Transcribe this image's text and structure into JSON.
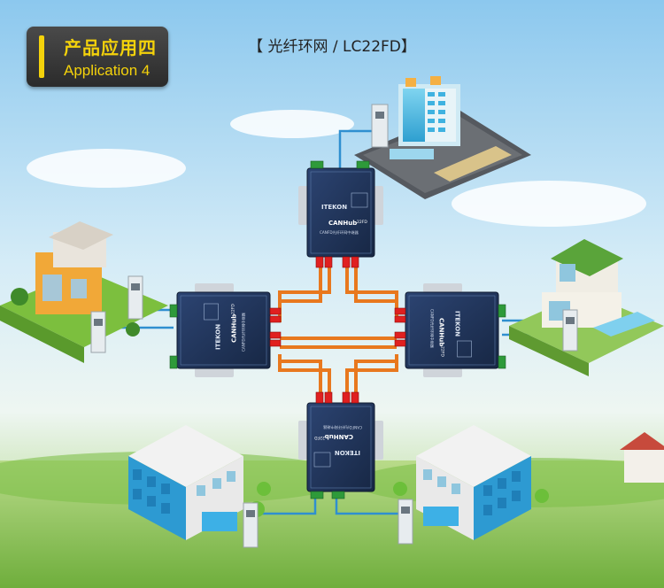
{
  "badge": {
    "title_cn": "产品应用四",
    "title_en": "Application 4"
  },
  "heading": "【 光纤环网 / LC22FD】",
  "device": {
    "brand": "ITEKON",
    "model": "CANHub",
    "suffix": "22FD",
    "desc": "CANFD光纤环网中继器"
  },
  "colors": {
    "fiber": "#e8781e",
    "cable": "#2f8fd0",
    "connector": "#e02020",
    "terminal": "#2e9a3a",
    "device_body": "#23385f",
    "badge_text": "#f4d20b"
  }
}
